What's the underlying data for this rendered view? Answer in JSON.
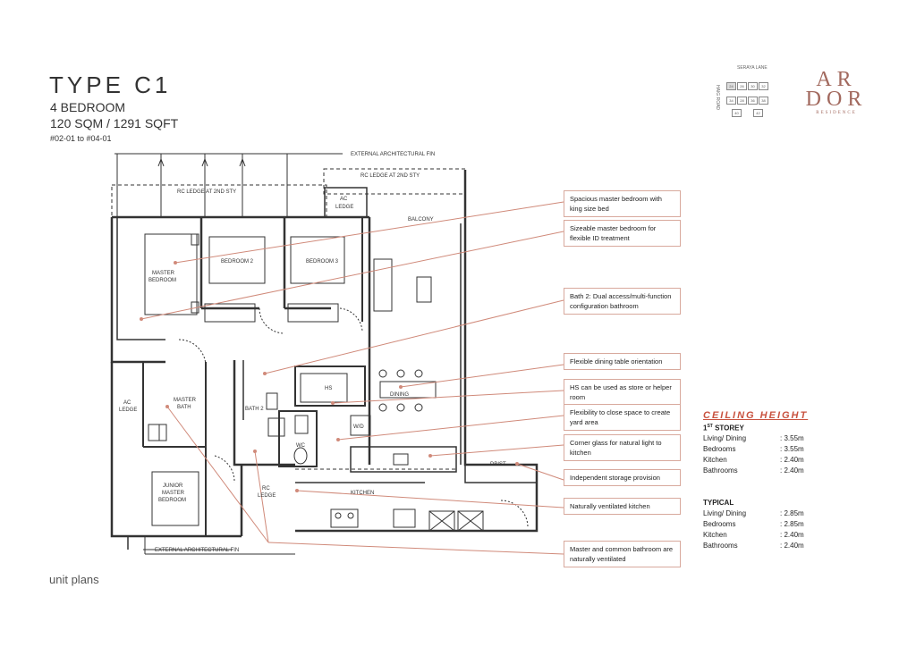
{
  "header": {
    "title": "TYPE C1",
    "bedrooms": "4 BEDROOM",
    "area": "120 SQM / 1291 SQFT",
    "units": "#02-01 to #04-01"
  },
  "footer": {
    "label": "unit plans"
  },
  "brand": {
    "line1": "AR",
    "line2": "DOR",
    "line3": "RESIDENCE",
    "color": "#a2695e"
  },
  "key_plan": {
    "road_top": "SERAYA LANE",
    "road_side": "HAIG ROAD",
    "blocks": [
      "24",
      "26",
      "30",
      "32",
      "34",
      "28",
      "36",
      "38",
      "40",
      "42"
    ]
  },
  "floor_plan": {
    "fin_top": "EXTERNAL ARCHITECTURAL FIN",
    "fin_bottom": "EXTERNAL ARCHITECTURAL FIN",
    "ledge_top_left": "RC LEDGE AT 2ND STY",
    "ledge_top_right": "RC LEDGE AT 2ND STY",
    "ac_ledge_top": [
      "AC",
      "LEDGE"
    ],
    "balcony": "BALCONY",
    "master_bedroom": [
      "MASTER",
      "BEDROOM"
    ],
    "bedroom2": "BEDROOM 2",
    "bedroom3": "BEDROOM 3",
    "ac_ledge_left": [
      "AC",
      "LEDGE"
    ],
    "master_bath": [
      "MASTER",
      "BATH"
    ],
    "bath2": "BATH 2",
    "hs": "HS",
    "dining": "DINING",
    "wd": "W/D",
    "wc": "WC",
    "junior_master": [
      "JUNIOR",
      "MASTER",
      "BEDROOM"
    ],
    "rc_ledge": [
      "RC",
      "LEDGE"
    ],
    "kitchen": "KITCHEN",
    "dbst": "DB/ST",
    "line_color": "#d08a7a"
  },
  "callouts": [
    {
      "text": "Spacious master bedroom with king size bed"
    },
    {
      "text": "Sizeable master bedroom for flexible ID treatment"
    },
    {
      "text": "Bath 2: Dual access/multi-function configuration bathroom"
    },
    {
      "text": "Flexible dining table orientation"
    },
    {
      "text": "HS can be used as store or helper room"
    },
    {
      "text": "Flexibility to close space to create yard area"
    },
    {
      "text": "Corner glass for natural light to kitchen"
    },
    {
      "text": "Independent storage provision"
    },
    {
      "text": "Naturally ventilated kitchen"
    },
    {
      "text": "Master and common bathroom are naturally ventilated"
    }
  ],
  "ceiling": {
    "title": "CEILING HEIGHT",
    "first_label": "1",
    "first_sup": "ST",
    "first_rest": " STOREY",
    "first_rows": [
      {
        "k": "Living/ Dining",
        "v": ": 3.55m"
      },
      {
        "k": "Bedrooms",
        "v": ": 3.55m"
      },
      {
        "k": "Kitchen",
        "v": ": 2.40m"
      },
      {
        "k": "Bathrooms",
        "v": ": 2.40m"
      }
    ],
    "typical_label": "TYPICAL",
    "typical_rows": [
      {
        "k": "Living/ Dining",
        "v": ": 2.85m"
      },
      {
        "k": "Bedrooms",
        "v": ": 2.85m"
      },
      {
        "k": "Kitchen",
        "v": ": 2.40m"
      },
      {
        "k": "Bathrooms",
        "v": ": 2.40m"
      }
    ],
    "title_color": "#c8523f"
  }
}
